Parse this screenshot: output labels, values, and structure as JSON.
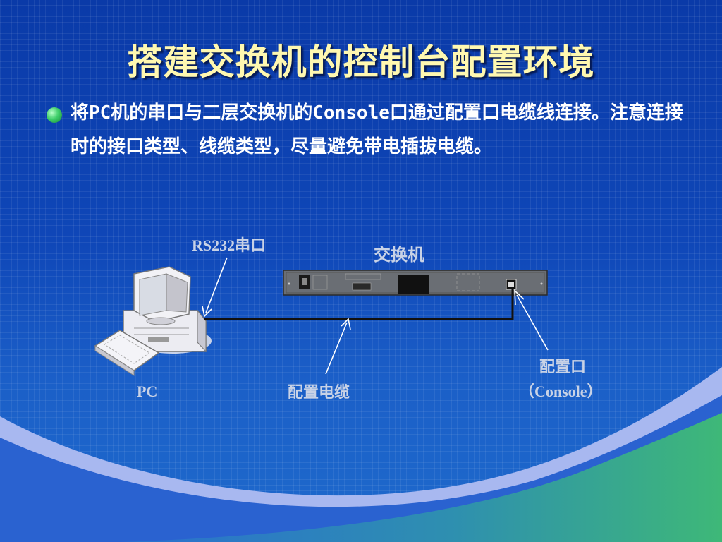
{
  "slide": {
    "title": "搭建交换机的控制台配置环境",
    "bullet_text": "将PC机的串口与二层交换机的Console口通过配置口电缆线连接。注意连接时的接口类型、线缆类型，尽量避免带电插拔电缆。"
  },
  "diagram": {
    "label_rs232": "RS232串口",
    "label_switch": "交换机",
    "label_pc": "PC",
    "label_cable": "配置电缆",
    "label_port": "配置口",
    "label_console": "（Console）"
  },
  "colors": {
    "title": "#fff8b0",
    "background": "#0f47b8",
    "wave_light": "#a8b8f0",
    "wave_green": "#3aa878",
    "bullet": "#3fcf6a"
  },
  "icons": [
    "computer-icon",
    "keyboard-icon",
    "switch-device-icon",
    "bullet-dot-icon"
  ]
}
